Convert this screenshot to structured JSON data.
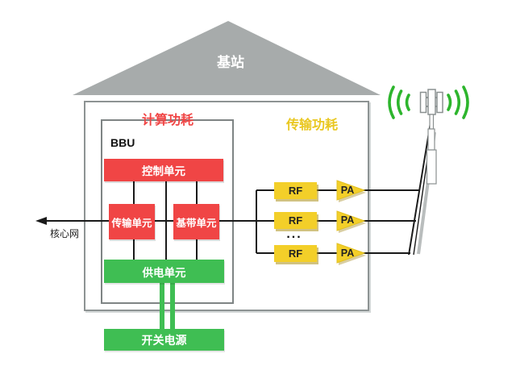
{
  "diagram_title": "基站",
  "roof": {
    "label": "基站"
  },
  "sections": {
    "compute_power": "计算功耗",
    "transmit_power": "传输功耗"
  },
  "bbu": {
    "label": "BBU",
    "control_unit": "控制单元",
    "transport_unit": "传输单元",
    "baseband_unit": "基带单元",
    "power_unit": "供电单元"
  },
  "external": {
    "core_network": "核心网",
    "switch_power": "开关电源",
    "ellipsis": "..."
  },
  "rf_chains": [
    {
      "rf": "RF",
      "pa": "PA"
    },
    {
      "rf": "RF",
      "pa": "PA"
    },
    {
      "rf": "RF",
      "pa": "PA"
    }
  ],
  "colors": {
    "unit_red": "#F04545",
    "unit_green": "#3FBE53",
    "unit_yellow": "#F3CF29",
    "transmit_label_yellow": "#E9C71F",
    "compute_label_red": "#F04545",
    "roof_gray": "#A7ABAB",
    "signal_green": "#2DB52D",
    "line_black": "#1A1A1A"
  }
}
